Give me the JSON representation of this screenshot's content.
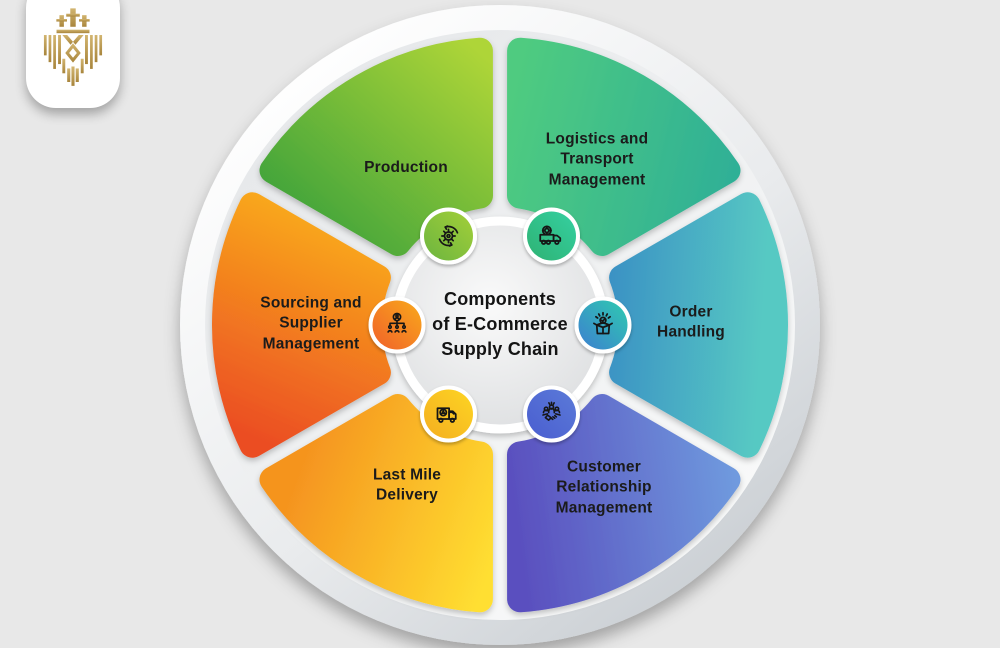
{
  "background": "#e8e8e8",
  "logo": {
    "icon": "lion-crest-icon",
    "gold": "#b9984a"
  },
  "center": {
    "title": "Components\nof E-Commerce\nSupply Chain"
  },
  "segments": [
    {
      "id": "production",
      "label": "Production",
      "petal": [
        "#44a53a",
        "#aed538"
      ],
      "icon": "gear-sync-icon",
      "icon_bg": [
        "#6cb53f",
        "#a3cf39"
      ]
    },
    {
      "id": "logistics-transport",
      "label": "Logistics and\nTransport\nManagement",
      "petal": [
        "#4fcb80",
        "#2fb096"
      ],
      "icon": "cargo-truck-icon",
      "icon_bg": [
        "#2eb273",
        "#35d0a1"
      ]
    },
    {
      "id": "order-handling",
      "label": "Order\nHandling",
      "petal": [
        "#3b92c4",
        "#57c9c3"
      ],
      "icon": "open-box-check-icon",
      "icon_bg": [
        "#3d7fd0",
        "#2ecbb0"
      ]
    },
    {
      "id": "customer-relationship",
      "label": "Customer\nRelationship\nManagement",
      "petal": [
        "#5a50bf",
        "#6f9ade"
      ],
      "icon": "handshake-people-icon",
      "icon_bg": [
        "#4a5ed0",
        "#5b7ad8"
      ]
    },
    {
      "id": "last-mile-delivery",
      "label": "Last Mile\nDelivery",
      "petal": [
        "#f5941f",
        "#ffdf31"
      ],
      "icon": "delivery-van-icon",
      "icon_bg": [
        "#f4ae20",
        "#fdd523"
      ]
    },
    {
      "id": "sourcing-supplier",
      "label": "Sourcing and\nSupplier\nManagement",
      "petal": [
        "#eb4d24",
        "#f9a81b"
      ],
      "icon": "supplier-network-icon",
      "icon_bg": [
        "#f0612a",
        "#f9a91b"
      ]
    }
  ]
}
